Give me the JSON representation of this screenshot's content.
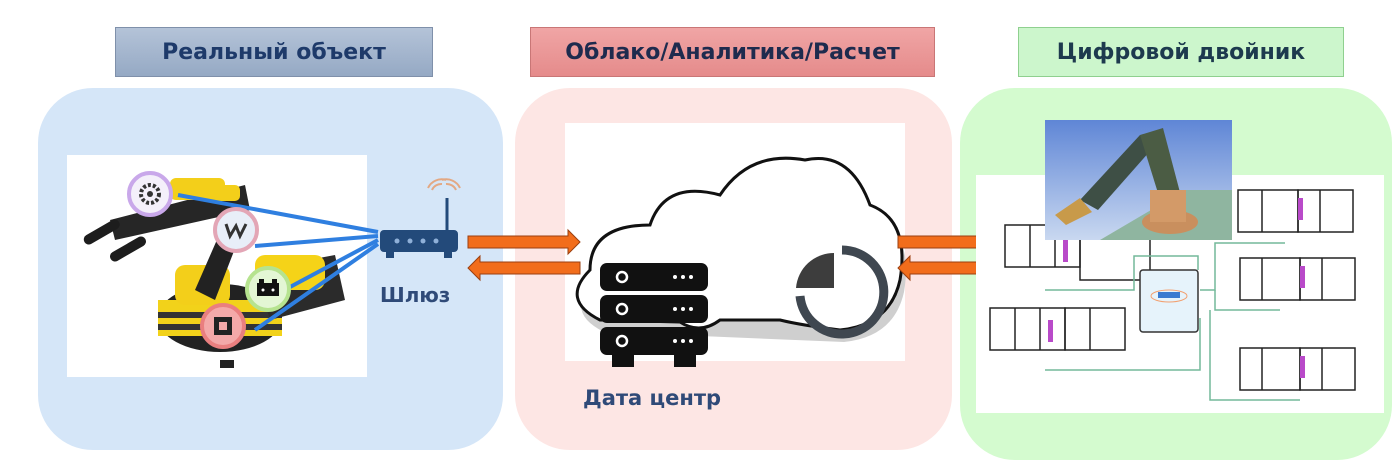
{
  "sections": [
    {
      "id": "real-object",
      "title": "Реальный объект",
      "color": "#d5e6f8",
      "header_color": "#a5b6cf"
    },
    {
      "id": "cloud",
      "title": "Облако/Аналитика/Расчет",
      "color": "#fde6e4",
      "header_color": "#eb9696"
    },
    {
      "id": "digital-twin",
      "title": "Цифровой двойник",
      "color": "#d4fbcf",
      "header_color": "#ccf6cc"
    }
  ],
  "labels": {
    "gateway": "Шлюз",
    "datacenter": "Дата центр"
  },
  "sensor_icons": [
    "gear-icon",
    "vibration-icon",
    "battery-icon",
    "chip-icon"
  ],
  "colors": {
    "arrow": "#f26d1b",
    "link_lines": "#2f7fe0",
    "title_text": "#1e3a6a"
  }
}
